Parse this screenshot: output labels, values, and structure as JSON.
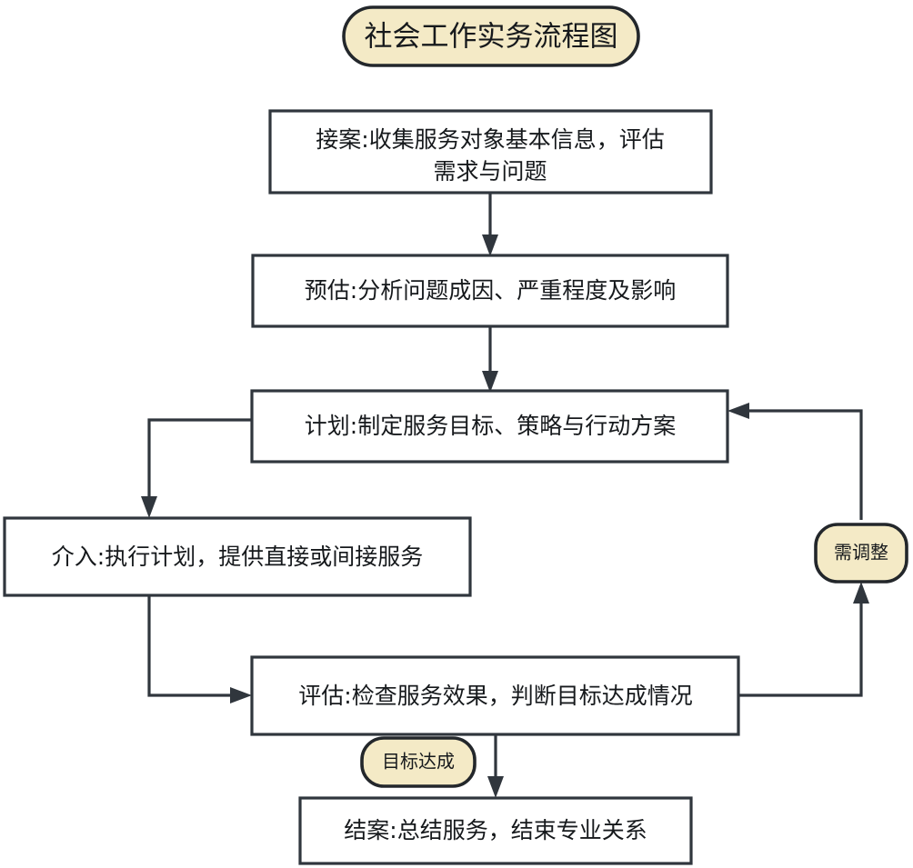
{
  "diagram": {
    "title": "社会工作实务流程图",
    "colors": {
      "node_fill": "#ffffff",
      "node_stroke": "#30363d",
      "pill_fill": "#f4eac6",
      "pill_stroke": "#23272b",
      "text": "#16191c",
      "background": "#ffffff"
    },
    "nodes": [
      {
        "id": "title",
        "shape": "rounded-pill",
        "text": "社会工作实务流程图",
        "lines": [
          "社会工作实务流程图"
        ]
      },
      {
        "id": "intake",
        "shape": "rectangle",
        "text": "接案:收集服务对象基本信息，评估需求与问题",
        "lines": [
          "接案:收集服务对象基本信息，评估",
          "需求与问题"
        ]
      },
      {
        "id": "assessment",
        "shape": "rectangle",
        "text": "预估:分析问题成因、严重程度及影响",
        "lines": [
          "预估:分析问题成因、严重程度及影响"
        ]
      },
      {
        "id": "planning",
        "shape": "rectangle",
        "text": "计划:制定服务目标、策略与行动方案",
        "lines": [
          "计划:制定服务目标、策略与行动方案"
        ]
      },
      {
        "id": "intervention",
        "shape": "rectangle",
        "text": "介入:执行计划，提供直接或间接服务",
        "lines": [
          "介入:执行计划，提供直接或间接服务"
        ]
      },
      {
        "id": "evaluation",
        "shape": "rectangle",
        "text": "评估:检查服务效果，判断目标达成情况",
        "lines": [
          "评估:检查服务效果，判断目标达成情况"
        ]
      },
      {
        "id": "closure",
        "shape": "rectangle",
        "text": "结案:总结服务，结束专业关系",
        "lines": [
          "结案:总结服务，结束专业关系"
        ]
      }
    ],
    "edge_labels": [
      {
        "id": "needs-adjustment",
        "shape": "rounded-pill",
        "text": "需调整"
      },
      {
        "id": "goal-achieved",
        "shape": "rounded-pill",
        "text": "目标达成"
      }
    ],
    "edges": [
      {
        "from": "intake",
        "to": "assessment",
        "label": ""
      },
      {
        "from": "assessment",
        "to": "planning",
        "label": ""
      },
      {
        "from": "planning",
        "to": "intervention",
        "label": ""
      },
      {
        "from": "intervention",
        "to": "evaluation",
        "label": ""
      },
      {
        "from": "evaluation",
        "to": "needs-adjustment",
        "label": ""
      },
      {
        "from": "needs-adjustment",
        "to": "planning",
        "label": "需调整"
      },
      {
        "from": "evaluation",
        "to": "closure",
        "label": "目标达成"
      }
    ]
  }
}
